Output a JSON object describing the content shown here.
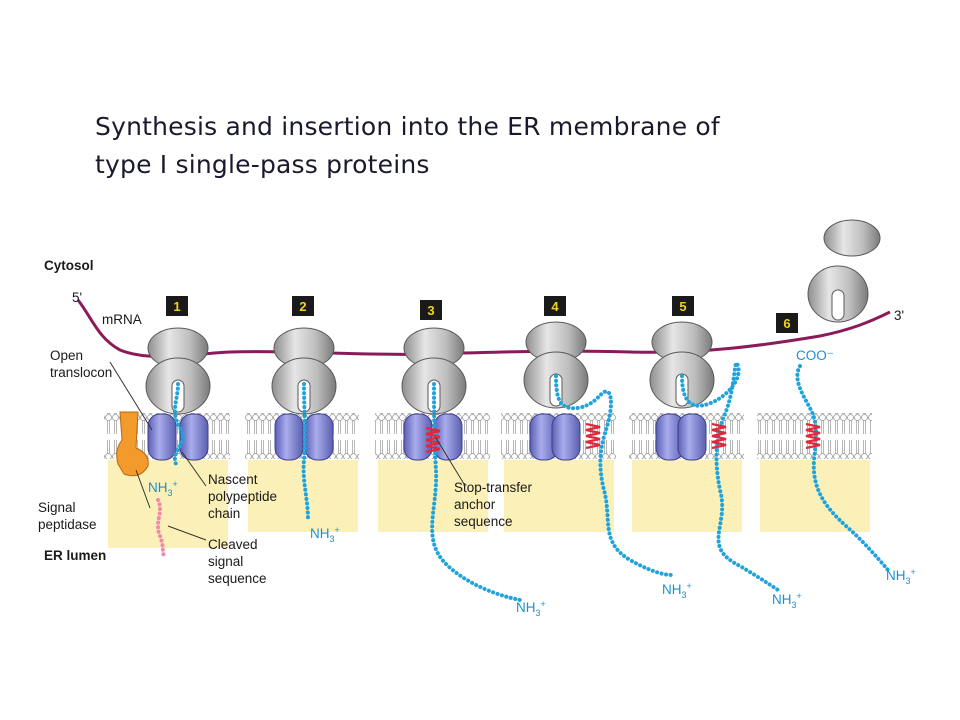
{
  "title": {
    "line1": "Synthesis and insertion into the ER  membrane of",
    "line2": "type I single-pass proteins"
  },
  "labels": {
    "cytosol": "Cytosol",
    "er_lumen": "ER lumen",
    "five_prime": "5'",
    "three_prime": "3'",
    "mrna": "mRNA",
    "open": "Open",
    "translocon": "translocon",
    "signal": "Signal",
    "peptidase": "peptidase",
    "nascent": "Nascent",
    "polypeptide": "polypeptide",
    "chain": "chain",
    "cleaved": "Cleaved",
    "signal2": "signal",
    "sequence": "sequence",
    "stop_transfer": "Stop-transfer",
    "anchor": "anchor",
    "sequence2": "sequence",
    "nh3": "NH",
    "coo": "COO⁻"
  },
  "steps": [
    "1",
    "2",
    "3",
    "4",
    "5",
    "6"
  ],
  "colors": {
    "mrna": "#8b1a5a",
    "chain": "#1fa3dc",
    "anchor": "#e0283a",
    "translocon": "#7a7fd0",
    "ribosome": "#b8b8b8",
    "lumen": "#fbf1b8",
    "peptidase": "#f39a2c",
    "cleaved": "#f08aa8",
    "badge": "#1a1a1a"
  }
}
